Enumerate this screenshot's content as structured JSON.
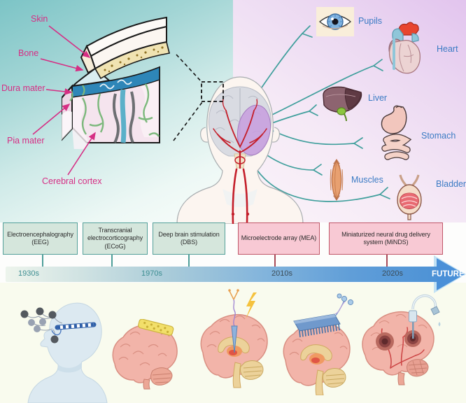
{
  "figure": {
    "cross_section_labels": {
      "skin": "Skin",
      "bone": "Bone",
      "dura": "Dura mater",
      "pia": "Pia mater",
      "cortex": "Cerebral cortex"
    },
    "organ_labels": {
      "pupils": "Pupils",
      "heart": "Heart",
      "liver": "Liver",
      "stomach": "Stomach",
      "muscles": "Muscles",
      "bladder": "Bladder"
    }
  },
  "timeline": {
    "boxes": [
      {
        "label": "Electroencephalography (EEG)"
      },
      {
        "label": "Transcranial electrocorticography (ECoG)"
      },
      {
        "label": "Deep brain stimulation (DBS)"
      },
      {
        "label": "Microelectrode array (MEA)"
      },
      {
        "label": "Miniaturized neural drug delivery system (MiNDS)"
      }
    ],
    "eras": [
      "1930s",
      "1970s",
      "2010s",
      "2020s"
    ],
    "future": "FUTURE"
  },
  "colors": {
    "left_panel_teal": "#7cc4c6",
    "right_panel_lavender": "#e2c4ee",
    "bottom_panel_cream": "#f9fbee",
    "anatomy_label_magenta": "#d62e84",
    "organ_label_blue": "#3b7bc4",
    "nerve_line_teal": "#3f9f9c",
    "green_box_fill": "#d5e6dc",
    "green_box_border": "#55a09a",
    "pink_box_fill": "#f8c9d4",
    "pink_box_border": "#c0586a",
    "timeline_arrow_blue": "#4a90d8",
    "artery_red": "#c41e2a"
  }
}
